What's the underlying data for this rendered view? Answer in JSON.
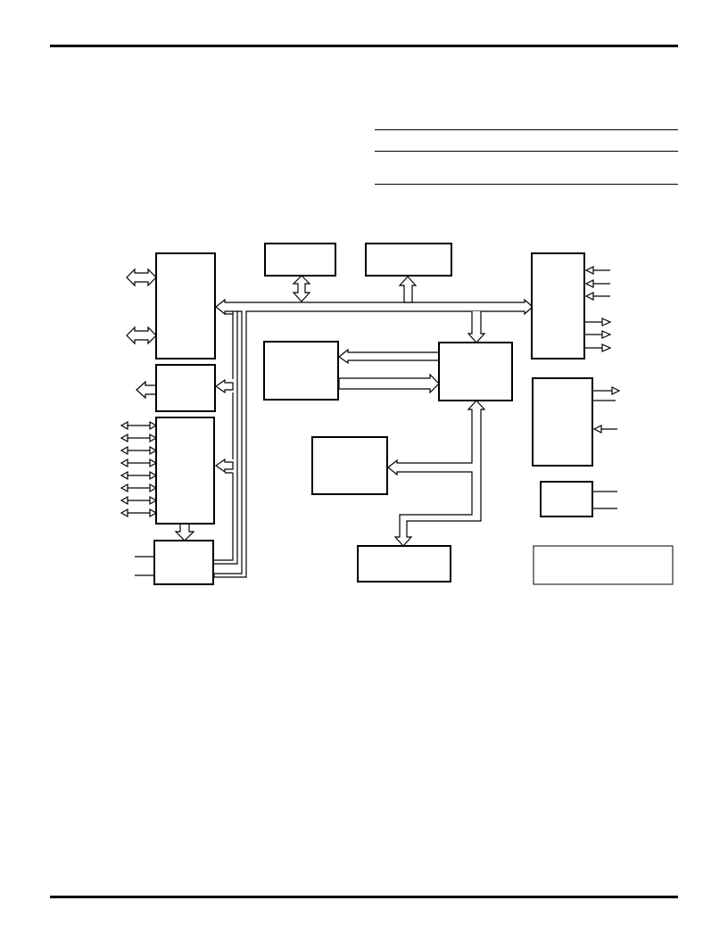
{
  "document": {
    "header_rule_color": "#000000",
    "text": []
  },
  "diagram": {
    "stroke_color": "#000000",
    "fill_color": "#ffffff",
    "blocks": [
      "left-top-block",
      "left-small-block",
      "left-io-block",
      "left-bottom-block",
      "top-block-1",
      "top-block-2",
      "center-left-block",
      "center-block",
      "center-lower-block",
      "bottom-center-block",
      "right-top-block",
      "right-middle-block",
      "right-small-block",
      "right-bottom-box"
    ]
  }
}
